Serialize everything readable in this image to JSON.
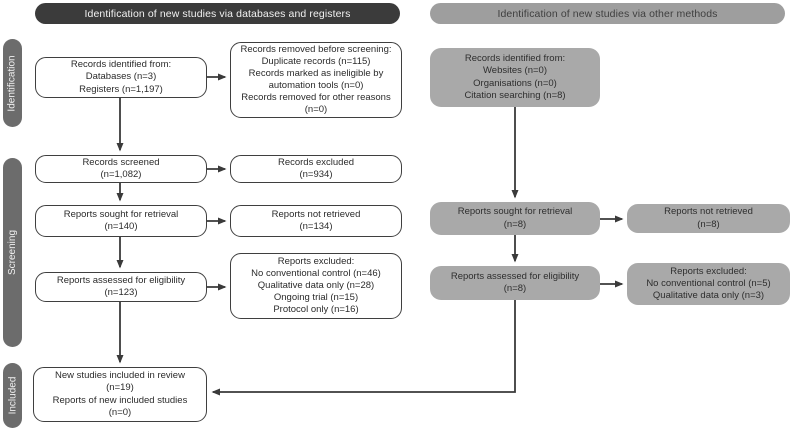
{
  "headers": {
    "databases": "Identification of new studies via databases and registers",
    "other_methods": "Identification of new studies via other methods"
  },
  "sidebar": {
    "stages": [
      {
        "label": "Identification"
      },
      {
        "label": "Screening"
      },
      {
        "label": "Included"
      }
    ]
  },
  "databases_column": {
    "identified": [
      "Records identified from:",
      "Databases (n=3)",
      "Registers (n=1,197)"
    ],
    "removed": [
      "Records removed before screening:",
      "Duplicate records (n=115)",
      "Records marked as ineligible by",
      "automation tools (n=0)",
      "Records removed for other reasons",
      "(n=0)"
    ],
    "screened": [
      "Records screened",
      "(n=1,082)"
    ],
    "records_excluded": [
      "Records excluded",
      "(n=934)"
    ],
    "sought": [
      "Reports sought for retrieval",
      "(n=140)"
    ],
    "not_retrieved": [
      "Reports not retrieved",
      "(n=134)"
    ],
    "assessed": [
      "Reports assessed for eligibility",
      "(n=123)"
    ],
    "reports_excluded": [
      "Reports excluded:",
      "No conventional control (n=46)",
      "Qualitative data only (n=28)",
      "Ongoing trial (n=15)",
      "Protocol only (n=16)"
    ],
    "included": [
      "New studies included in review",
      "(n=19)",
      "Reports of new included studies",
      "(n=0)"
    ]
  },
  "other_methods_column": {
    "identified": [
      "Records identified from:",
      "Websites (n=0)",
      "Organisations (n=0)",
      "Citation searching (n=8)"
    ],
    "sought": [
      "Reports sought for retrieval",
      "(n=8)"
    ],
    "not_retrieved": [
      "Reports not retrieved",
      "(n=8)"
    ],
    "assessed": [
      "Reports assessed for eligibility",
      "(n=8)"
    ],
    "reports_excluded": [
      "Reports excluded:",
      "No conventional control (n=5)",
      "Qualitative data only (n=3)"
    ]
  },
  "colors": {
    "header_dark_bg": "#3b3b3b",
    "header_gray_bg": "#9e9e9e",
    "stage_pill_bg": "#6c6c6c",
    "gray_box_bg": "#a9a9a9",
    "white_box_border": "#3f3f3f",
    "arrow": "#3a3a3a"
  }
}
